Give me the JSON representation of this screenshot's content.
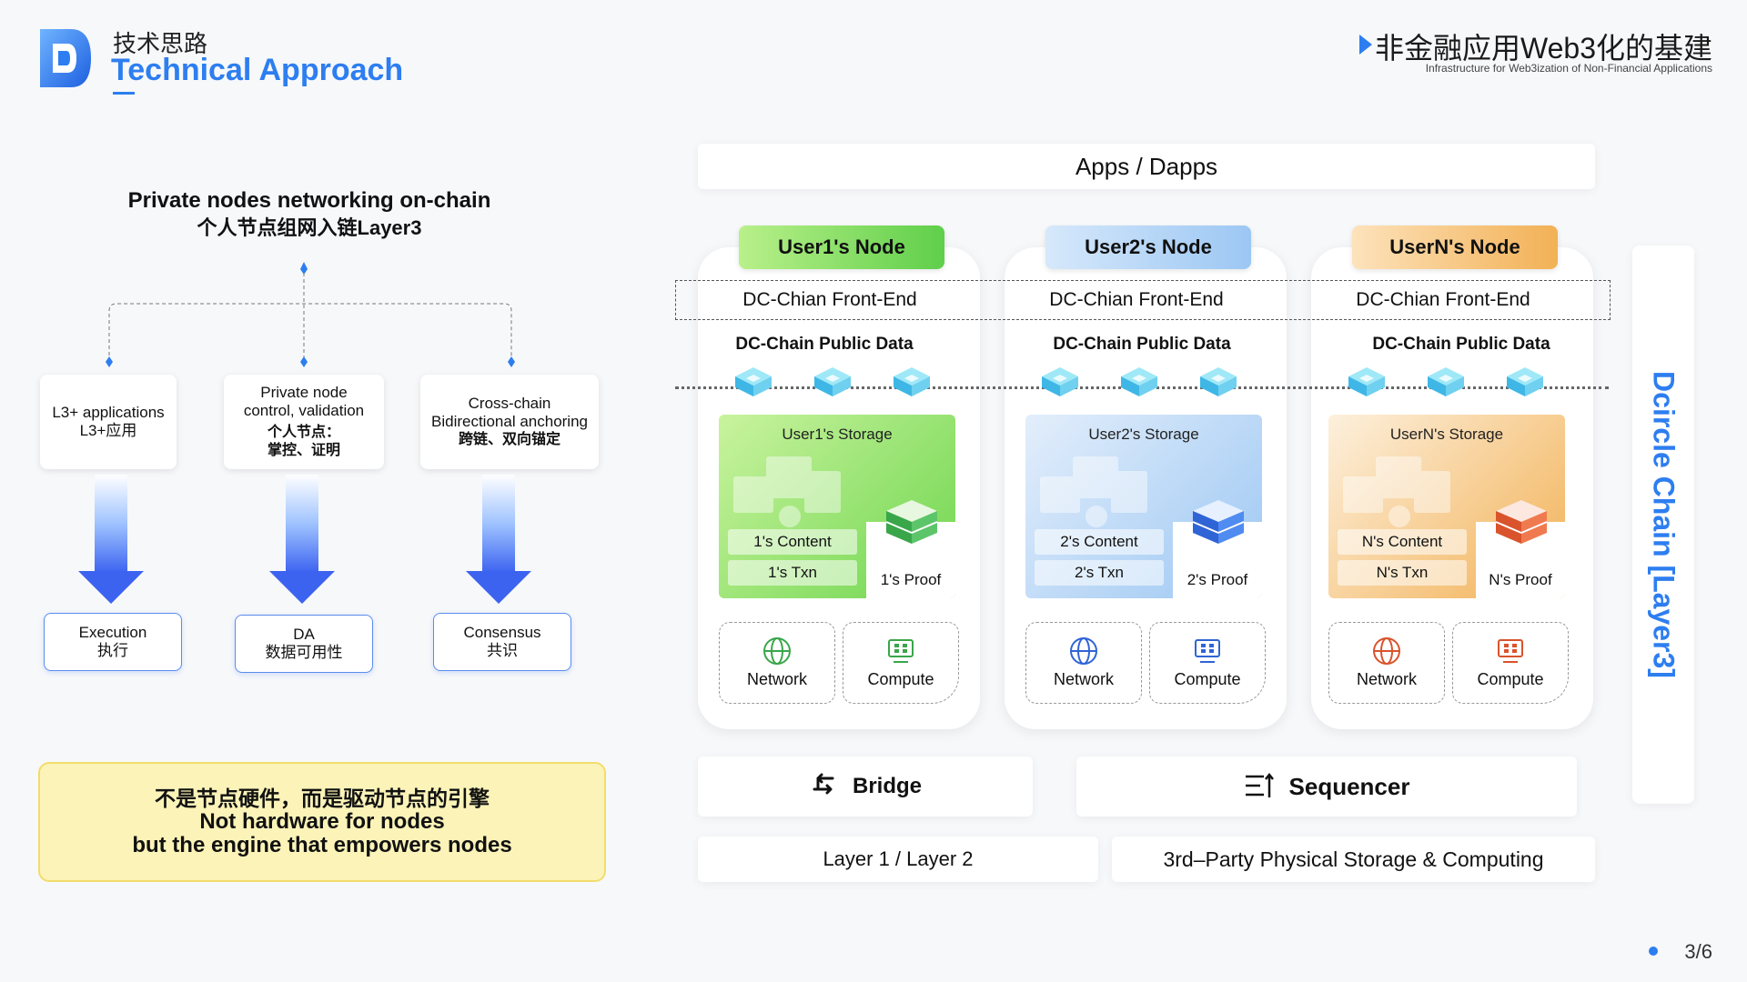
{
  "header": {
    "title_cn": "技术思路",
    "title_en": "Technical Approach",
    "right_title": "非金融应用Web3化的基建",
    "right_subtitle": "Infrastructure for Web3ization of Non-Financial Applications"
  },
  "left": {
    "title_line1": "Private nodes networking on-chain",
    "title_line2": "个人节点组网入链Layer3",
    "boxes": [
      {
        "en": "L3+ applications",
        "cn": "L3+应用"
      },
      {
        "en": "Private node",
        "en2": "control, validation",
        "cn": "个人节点：",
        "cn2": "掌控、证明"
      },
      {
        "en": "Cross-chain",
        "en2": "Bidirectional anchoring",
        "cn": "跨链、双向锚定"
      }
    ],
    "outcomes": [
      {
        "en": "Execution",
        "cn": "执行"
      },
      {
        "en": "DA",
        "cn": "数据可用性"
      },
      {
        "en": "Consensus",
        "cn": "共识"
      }
    ],
    "note_cn": "不是节点硬件，而是驱动节点的引擎",
    "note_en1": "Not hardware for nodes",
    "note_en2": "but the engine that empowers nodes"
  },
  "right": {
    "apps_label": "Apps / Dapps",
    "nodes": [
      {
        "head": "User1's Node",
        "frontend": "DC-Chian Front-End",
        "public_data": "DC-Chain Public Data",
        "storage": "User1's Storage",
        "content": "1's Content",
        "txn": "1's Txn",
        "proof": "1's Proof",
        "network": "Network",
        "compute": "Compute",
        "color": "#7ed957"
      },
      {
        "head": "User2's Node",
        "frontend": "DC-Chian Front-End",
        "public_data": "DC-Chain Public Data",
        "storage": "User2's Storage",
        "content": "2's Content",
        "txn": "2's Txn",
        "proof": "2's Proof",
        "network": "Network",
        "compute": "Compute",
        "color": "#a9cdf4"
      },
      {
        "head": "UserN's Node",
        "frontend": "DC-Chian Front-End",
        "public_data": "DC-Chain Public Data",
        "storage": "UserN's Storage",
        "content": "N's Content",
        "txn": "N's Txn",
        "proof": "N's Proof",
        "network": "Network",
        "compute": "Compute",
        "color": "#f4b85c"
      }
    ],
    "bridge_label": "Bridge",
    "sequencer_label": "Sequencer",
    "layer_label": "Layer 1 / Layer 2",
    "third_party_label": "3rd–Party Physical Storage & Computing",
    "dcircle_label": "Dcircle Chain [Layer3]"
  },
  "footer": {
    "page": "3/6"
  },
  "colors": {
    "accent": "#2d7ef0",
    "green": "#7ed957",
    "blue": "#a9cdf4",
    "orange": "#f4b85c",
    "note_bg": "#fbf3b8"
  }
}
